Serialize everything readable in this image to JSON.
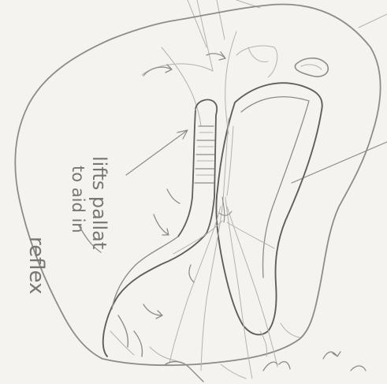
{
  "sketch": {
    "handwriting": [
      "lifts pallat",
      "to aid in",
      "reflex"
    ]
  }
}
